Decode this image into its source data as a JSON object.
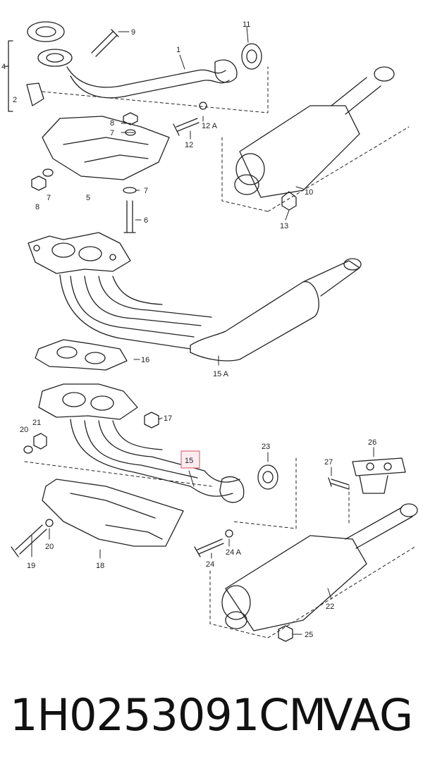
{
  "callouts": {
    "c1": "1",
    "c2": "2",
    "c4": "4",
    "c5": "5",
    "c6": "6",
    "c7a": "7",
    "c7b": "7",
    "c7c": "7",
    "c8a": "8",
    "c8b": "8",
    "c9": "9",
    "c10": "10",
    "c11": "11",
    "c12": "12",
    "c12a": "12 A",
    "c13": "13",
    "c15": "15",
    "c15a": "15 A",
    "c16": "16",
    "c17": "17",
    "c18": "18",
    "c19": "19",
    "c20a": "20",
    "c20b": "20",
    "c21": "21",
    "c22": "22",
    "c23": "23",
    "c24": "24",
    "c24a": "24 A",
    "c25": "25",
    "c26": "26",
    "c27": "27"
  },
  "highlight_color": "#e07080",
  "footer": {
    "part_number": "1H0253091CM",
    "brand": "VAG"
  }
}
